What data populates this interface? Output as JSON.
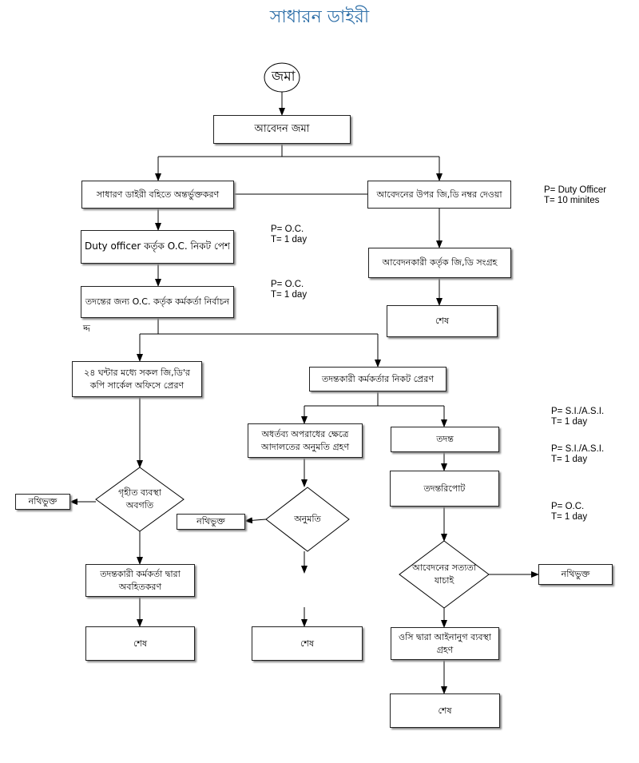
{
  "title": "সাধারন ডাইরী",
  "start_label": "জমা",
  "stray_mark": "দ্দ",
  "boxes": {
    "submit": "আবেদন জমা",
    "gd_entry": "সাধারণ ডাইরী বহিতে অন্তর্ভুক্তকরণ",
    "gd_number": "আবেদনের উপর জি,ডি নম্বর দেওয়া",
    "duty_officer": "Duty officer কর্তৃক O.C. নিকট পেশ",
    "collect_gd": "আবেদনকারী কর্তৃক জি,ডি সংগ্রহ",
    "select_officer": "তদন্তের জন্য O.C. কর্তৃক কর্মকর্তা নির্বাচন",
    "end_1": "শেষ",
    "circle_send": "২৪ ঘন্টার মধ্যে সকল জি,ডি'র কপি সার্কেল অফিসে প্রেরণ",
    "send_investigator": "তদন্তকারী কর্মকর্তার নিকট প্রেরণ",
    "court_permission": "অধর্তব্য অপরাধের ক্ষেত্রে আদালতের অনুমতি গ্রহণ",
    "investigation": "তদন্ত",
    "report": "তদন্তরিপোট",
    "filed_1": "নথিভুক্ত",
    "filed_2": "নথিভুক্ত",
    "filed_3": "নথিভুক্ত",
    "inform": "তদন্তকারী কর্মকর্তা দ্বারা অবহিতকরণ",
    "end_2": "শেষ",
    "end_3": "শেষ",
    "legal_action": "ওসি দ্বারা আইনানুগ ব্যবস্থা গ্রহণ",
    "end_4": "শেষ"
  },
  "diamonds": {
    "action_taken": "গৃহীত ব্যবস্থা অবগতি",
    "permission": "অনুমতি",
    "verify": "আবেদনের সত্যতা যাচাই"
  },
  "notes": {
    "duty": "P= Duty Officer\nT= 10 minites",
    "oc_1": "P= O.C.\nT= 1 day",
    "oc_2": "P= O.C.\nT= 1 day",
    "si_1": "P= S.I./A.S.I.\nT= 1 day",
    "si_2": "P= S.I./A.S.I.\nT= 1 day",
    "oc_3": "P= O.C.\nT= 1 day"
  },
  "colors": {
    "title": "#2e6fa8",
    "line": "#000000"
  }
}
